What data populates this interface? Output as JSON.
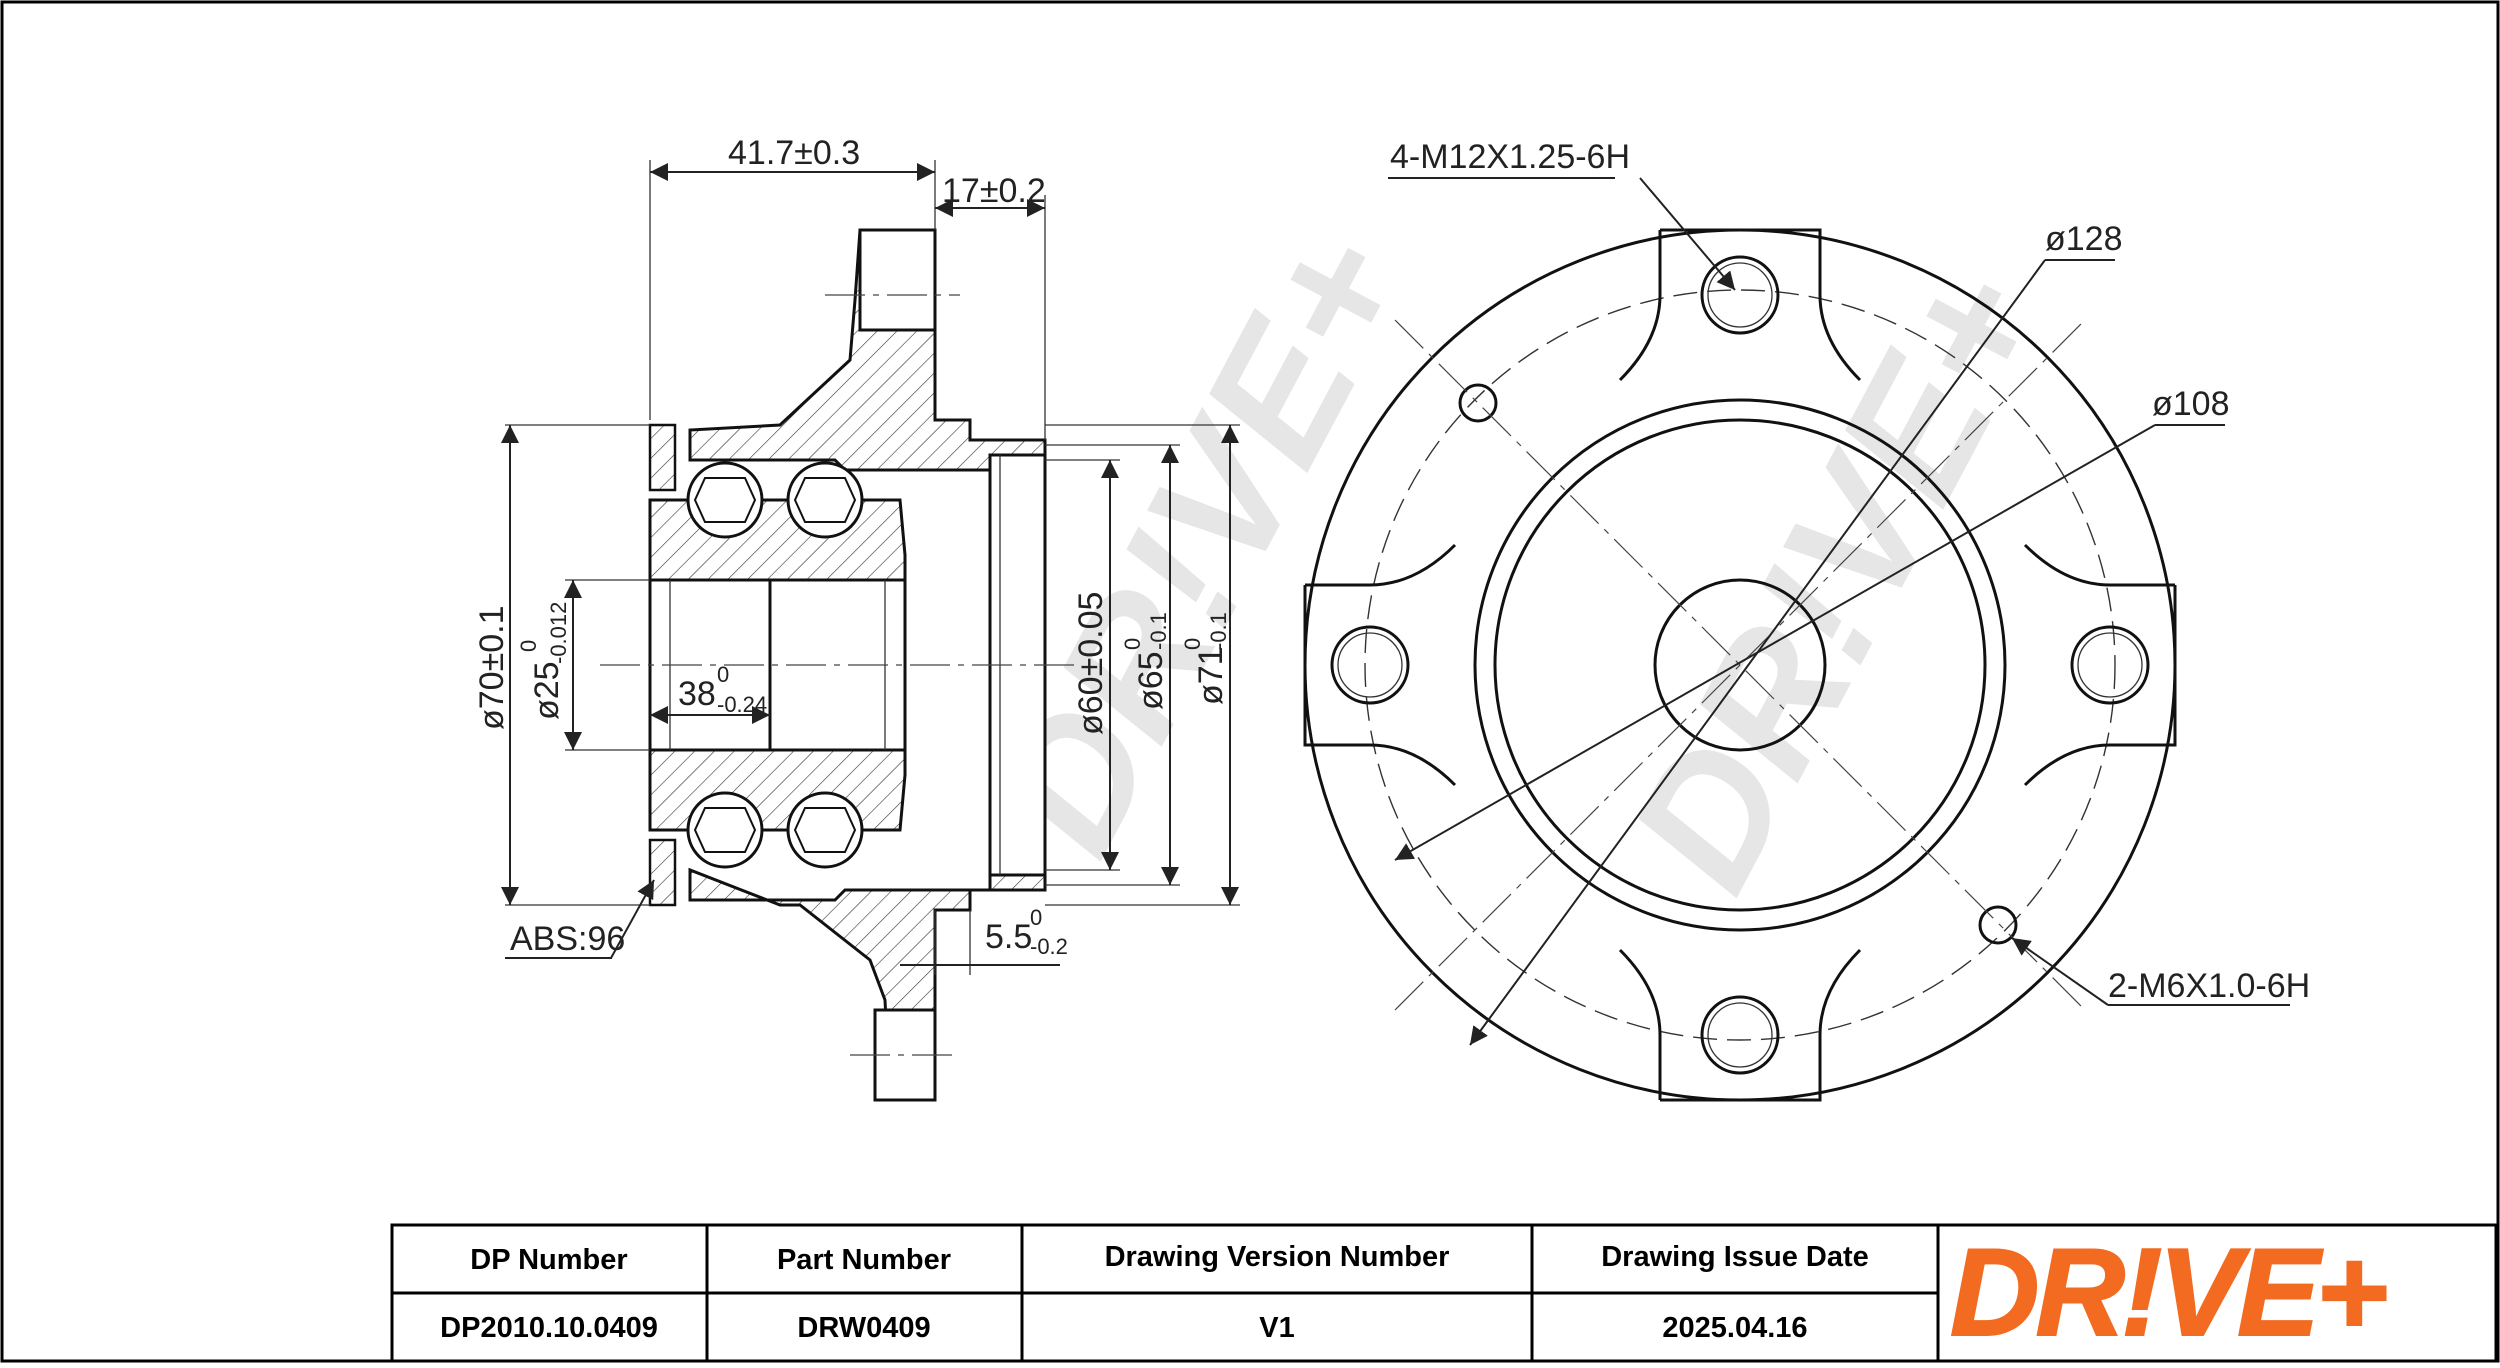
{
  "brand": {
    "logo_text": "DR!VE+",
    "watermark_text": "DR!VE+",
    "accent_color": "#f26b21",
    "watermark_color": "#e6e6e6"
  },
  "side_view": {
    "dim_overall_width": "41.7±0.3",
    "dim_flange_width": "17±0.2",
    "dim_bore_diameter": "ø25",
    "dim_bore_tol_upper": "0",
    "dim_bore_tol_lower": "-0.012",
    "dim_outer_diameter": "ø70±0.1",
    "dim_bearing_width": "38",
    "dim_bearing_tol_upper": "0",
    "dim_bearing_tol_lower": "-0.24",
    "dim_pilot_diameter": "ø60±0.05",
    "dim_hub_diameter": "ø65",
    "dim_hub_tol_upper": "0",
    "dim_hub_tol_lower": "-0.1",
    "dim_flange_step_diameter": "ø71",
    "dim_flange_step_tol_upper": "0",
    "dim_flange_step_tol_lower": "-0.1",
    "dim_offset": "5.5",
    "dim_offset_tol_upper": "0",
    "dim_offset_tol_lower": "-0.2",
    "abs_label": "ABS:96"
  },
  "front_view": {
    "stud_thread": "4-M12X1.25-6H",
    "pcd_outer": "ø128",
    "pcd_inner": "ø108",
    "small_thread": "2-M6X1.0-6H"
  },
  "title_block": {
    "headers": [
      "DP Number",
      "Part Number",
      "Drawing Version Number",
      "Drawing Issue Date"
    ],
    "values": [
      "DP2010.10.0409",
      "DRW0409",
      "V1",
      "2025.04.16"
    ]
  }
}
